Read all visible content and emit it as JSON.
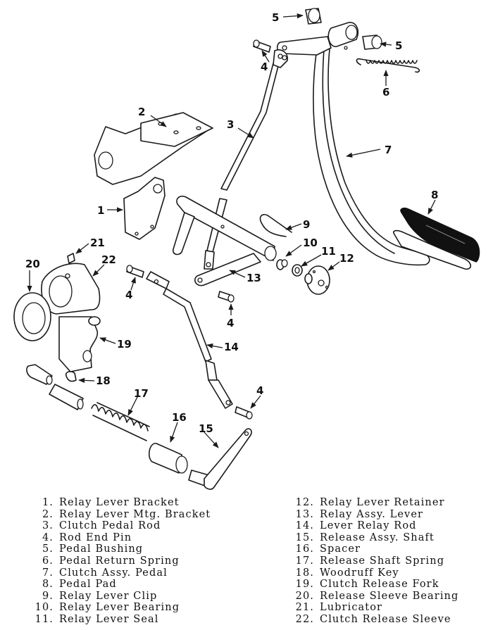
{
  "figure": {
    "type": "exploded parts diagram",
    "subject": "Clutch pedal and release linkage",
    "callouts": [
      {
        "id": "callout-1",
        "label": "1"
      },
      {
        "id": "callout-2",
        "label": "2"
      },
      {
        "id": "callout-3",
        "label": "3"
      },
      {
        "id": "callout-4a",
        "label": "4"
      },
      {
        "id": "callout-4b",
        "label": "4"
      },
      {
        "id": "callout-4c",
        "label": "4"
      },
      {
        "id": "callout-4d",
        "label": "4"
      },
      {
        "id": "callout-5a",
        "label": "5"
      },
      {
        "id": "callout-5b",
        "label": "5"
      },
      {
        "id": "callout-6",
        "label": "6"
      },
      {
        "id": "callout-7",
        "label": "7"
      },
      {
        "id": "callout-8",
        "label": "8"
      },
      {
        "id": "callout-9",
        "label": "9"
      },
      {
        "id": "callout-10",
        "label": "10"
      },
      {
        "id": "callout-11",
        "label": "11"
      },
      {
        "id": "callout-12",
        "label": "12"
      },
      {
        "id": "callout-13",
        "label": "13"
      },
      {
        "id": "callout-14",
        "label": "14"
      },
      {
        "id": "callout-15",
        "label": "15"
      },
      {
        "id": "callout-16",
        "label": "16"
      },
      {
        "id": "callout-17",
        "label": "17"
      },
      {
        "id": "callout-18",
        "label": "18"
      },
      {
        "id": "callout-19",
        "label": "19"
      },
      {
        "id": "callout-20",
        "label": "20"
      },
      {
        "id": "callout-21",
        "label": "21"
      },
      {
        "id": "callout-22",
        "label": "22"
      }
    ]
  },
  "legend": {
    "left": [
      {
        "num": "1.",
        "name": "Relay Lever Bracket"
      },
      {
        "num": "2.",
        "name": "Relay Lever Mtg. Bracket"
      },
      {
        "num": "3.",
        "name": "Clutch Pedal Rod"
      },
      {
        "num": "4.",
        "name": "Rod End Pin"
      },
      {
        "num": "5.",
        "name": "Pedal Bushing"
      },
      {
        "num": "6.",
        "name": "Pedal Return Spring"
      },
      {
        "num": "7.",
        "name": "Clutch Assy. Pedal"
      },
      {
        "num": "8.",
        "name": "Pedal Pad"
      },
      {
        "num": "9.",
        "name": "Relay Lever Clip"
      },
      {
        "num": "10.",
        "name": "Relay Lever Bearing"
      },
      {
        "num": "11.",
        "name": "Relay Lever Seal"
      }
    ],
    "right": [
      {
        "num": "12.",
        "name": "Relay Lever Retainer"
      },
      {
        "num": "13.",
        "name": "Relay Assy. Lever"
      },
      {
        "num": "14.",
        "name": "Lever Relay Rod"
      },
      {
        "num": "15.",
        "name": "Release Assy. Shaft"
      },
      {
        "num": "16.",
        "name": "Spacer"
      },
      {
        "num": "17.",
        "name": "Release Shaft Spring"
      },
      {
        "num": "18.",
        "name": "Woodruff Key"
      },
      {
        "num": "19.",
        "name": "Clutch Release Fork"
      },
      {
        "num": "20.",
        "name": "Release Sleeve Bearing"
      },
      {
        "num": "21.",
        "name": "Lubricator"
      },
      {
        "num": "22.",
        "name": "Clutch Release Sleeve"
      }
    ]
  }
}
